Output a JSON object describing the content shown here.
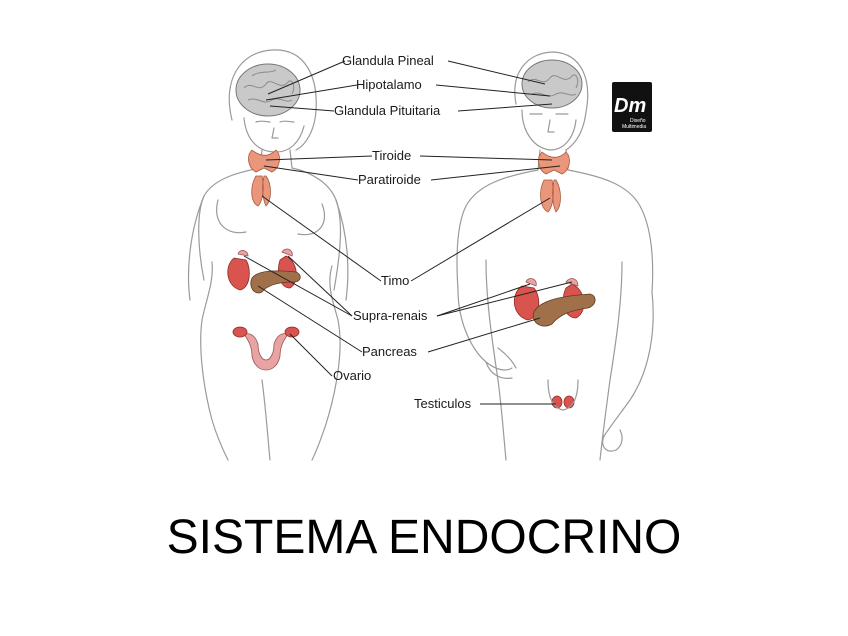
{
  "labels": {
    "pineal": "Glandula Pineal",
    "hipotalamo": "Hipotalamo",
    "pituitaria": "Glandula Pituitaria",
    "tiroide": "Tiroide",
    "paratiroide": "Paratiroide",
    "timo": "Timo",
    "suprarenais": "Supra-renais",
    "pancreas": "Pancreas",
    "ovario": "Ovario",
    "testiculos": "Testiculos"
  },
  "logo": {
    "mark": "Dm",
    "line1": "Diseño",
    "line2": "Multimedia"
  },
  "title": "SISTEMA ENDOCRINO",
  "colors": {
    "gland": "#d9534f",
    "pancreas": "#a0704a",
    "outline": "#9a9a9a",
    "logo_bg": "#111111"
  }
}
